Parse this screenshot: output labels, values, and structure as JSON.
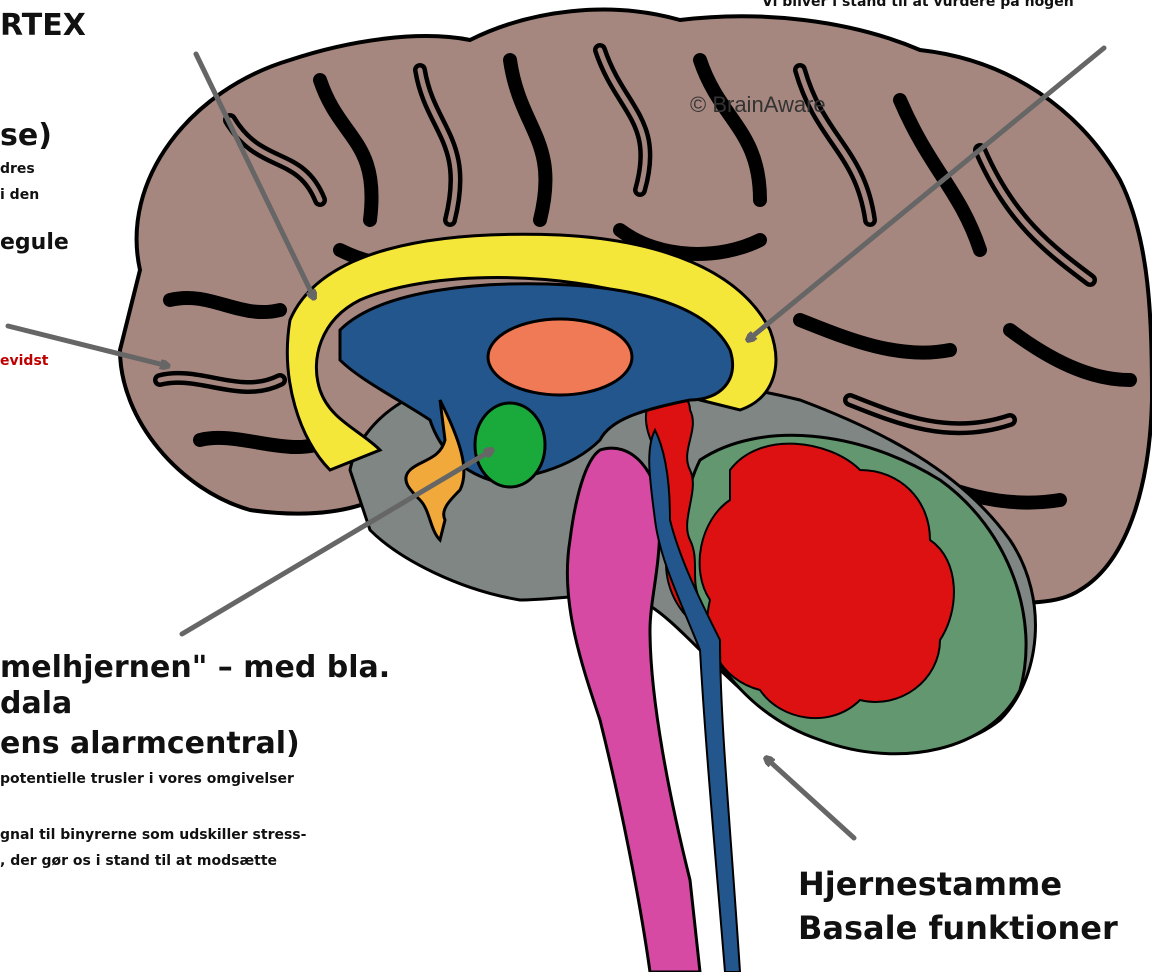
{
  "copyright": "© BrainAware",
  "top_right_text": "Vi bliver i stand til at vurdere på nogen",
  "cortex": {
    "title": "RTEX",
    "sub_title": "se)",
    "line1": "dres",
    "line2": "i den",
    "heading2": "egule",
    "red_text": "evidst"
  },
  "limbic": {
    "title_line1": "melhjernen\" – med bla.",
    "title_line2": "dala",
    "title_line3": "ens alarmcentral)",
    "desc1": "potentielle trusler i vores omgivelser",
    "desc2": "gnal til binyrerne som udskiller stress-",
    "desc3": ", der gør os i stand til at modsætte"
  },
  "brainstem": {
    "line1": "Hjernestamme",
    "line2": "Basale funktioner"
  },
  "colors": {
    "cortex": "#a6877f",
    "outline": "#000000",
    "corpus_callosum": "#f5e63a",
    "ventricle": "#23568c",
    "thalamus": "#f07a55",
    "amygdala": "#1aaa3c",
    "limbic_gray": "#7f8684",
    "cerebellum": "#dd1111",
    "cerebellum_bg": "#62976f",
    "brainstem": "#d64aa3",
    "hypothalamus": "#f2a93b",
    "arrow": "#666666",
    "red_text": "#c00000"
  }
}
